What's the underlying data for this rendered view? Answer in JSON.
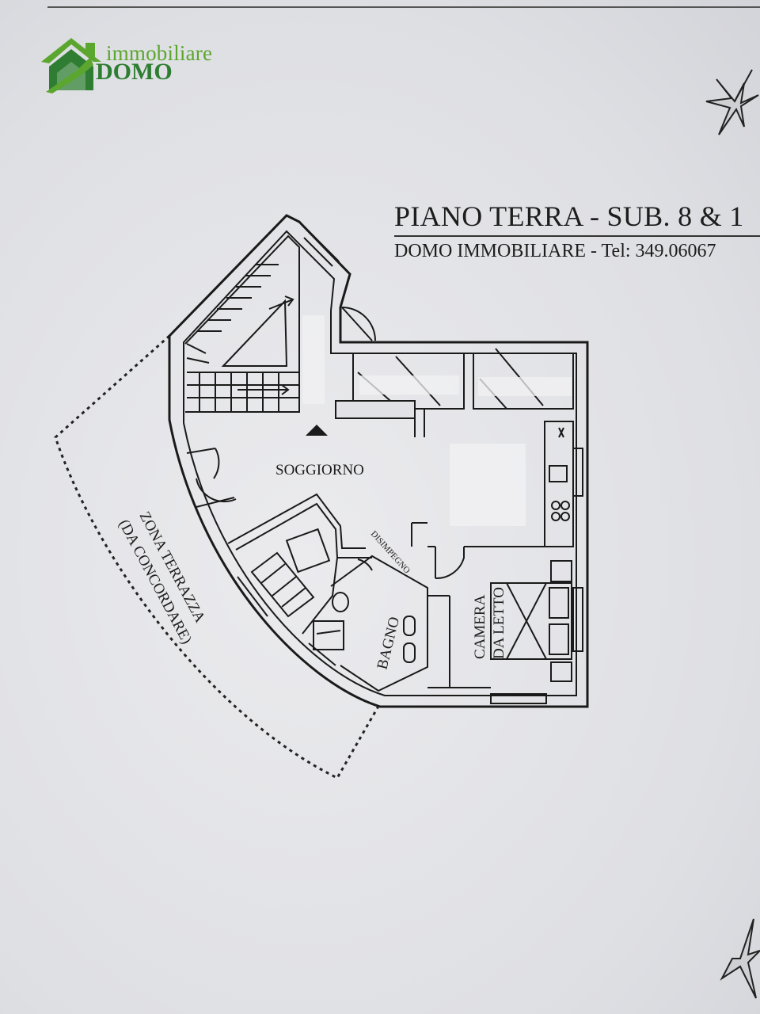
{
  "branding": {
    "logo_word": "immobiliare",
    "logo_brand": "DOMO",
    "colors": {
      "green_light": "#5ba62e",
      "green_dark": "#2e7d32"
    }
  },
  "header": {
    "title": "PIANO TERRA - SUB. 8 & 1",
    "subtitle": "DOMO IMMOBILIARE - Tel: 349.06067"
  },
  "rooms": {
    "living": "SOGGIORNO",
    "bathroom": "BAGNO",
    "bedroom_line1": "CAMERA",
    "bedroom_line2": "DA LETTO",
    "closet": "DISIMPEGNO",
    "terrace_line1": "ZONA TERRAZZA",
    "terrace_line2": "(DA CONCORDARE)"
  },
  "icons": [
    "compass-rose-icon",
    "house-logo-icon",
    "entrance-arrow-icon"
  ]
}
